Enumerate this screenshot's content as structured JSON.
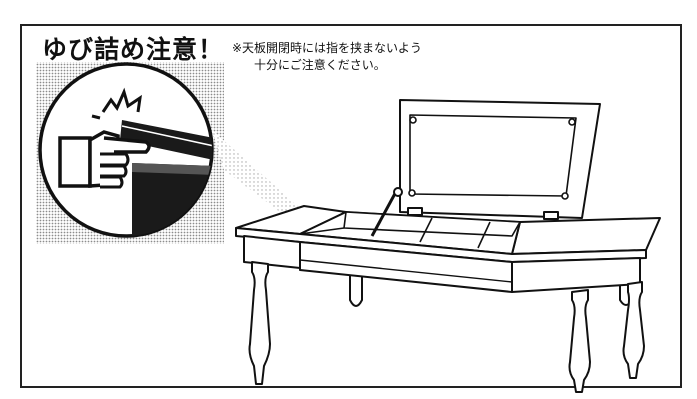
{
  "warning": {
    "title": "ゆび詰め注意！",
    "note_line1": "※天板開閉時には指を挟まないよう",
    "note_line2": "十分にご注意ください。"
  },
  "icons": {
    "inset": "finger-pinch-warning-icon",
    "main": "lift-top-table-illustration"
  },
  "colors": {
    "ink": "#111111",
    "frame": "#222222",
    "halftone": "#9a9a9a"
  }
}
